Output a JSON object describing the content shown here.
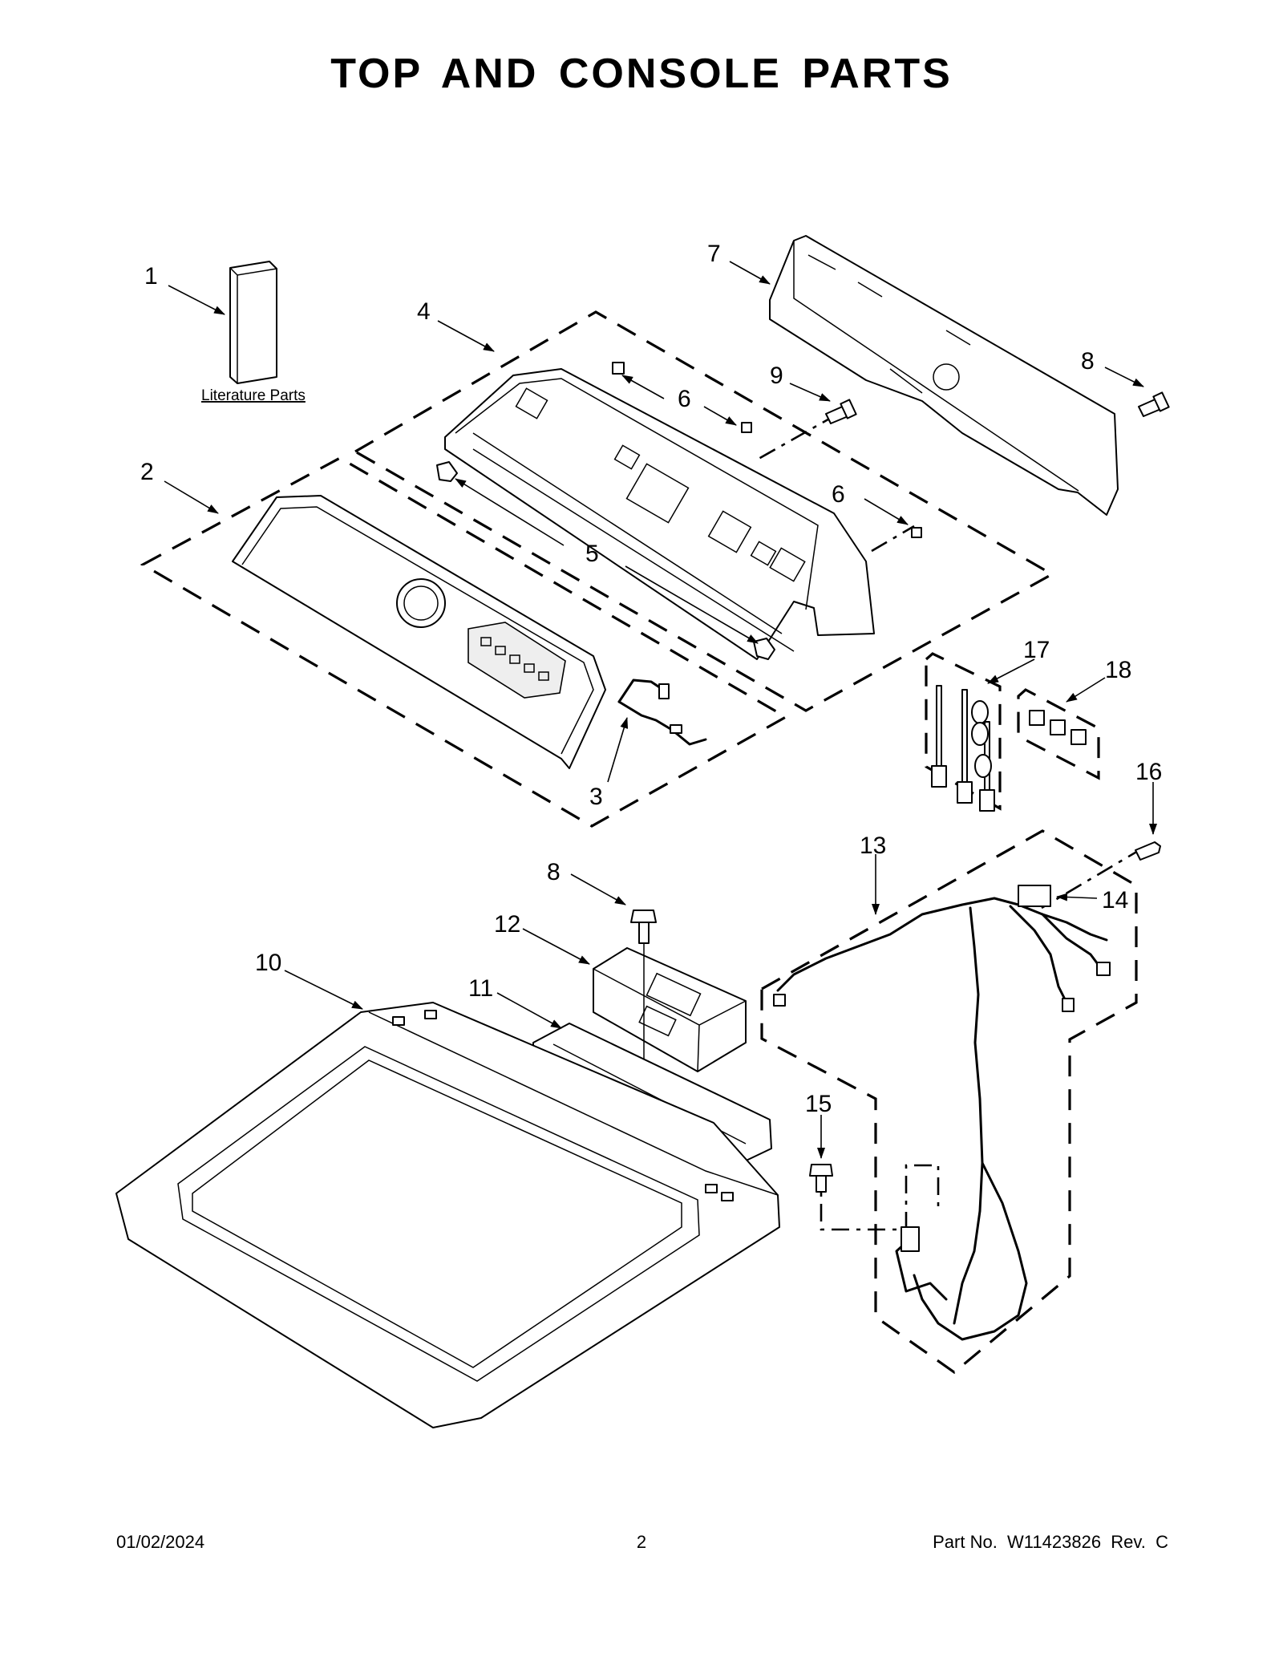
{
  "page": {
    "title": "TOP AND CONSOLE PARTS",
    "literature_label": "Literature Parts",
    "footer_date": "01/02/2024",
    "footer_page": "2",
    "footer_part": "Part No.  W11423826  Rev.  C"
  },
  "callouts": [
    {
      "id": "c1",
      "label": "1"
    },
    {
      "id": "c2",
      "label": "2"
    },
    {
      "id": "c3",
      "label": "3"
    },
    {
      "id": "c4",
      "label": "4"
    },
    {
      "id": "c5",
      "label": "5"
    },
    {
      "id": "c6a",
      "label": "6"
    },
    {
      "id": "c6b",
      "label": "6"
    },
    {
      "id": "c7",
      "label": "7"
    },
    {
      "id": "c8a",
      "label": "8"
    },
    {
      "id": "c8b",
      "label": "8"
    },
    {
      "id": "c9",
      "label": "9"
    },
    {
      "id": "c10",
      "label": "10"
    },
    {
      "id": "c11",
      "label": "11"
    },
    {
      "id": "c12",
      "label": "12"
    },
    {
      "id": "c13",
      "label": "13"
    },
    {
      "id": "c14",
      "label": "14"
    },
    {
      "id": "c15",
      "label": "15"
    },
    {
      "id": "c16",
      "label": "16"
    },
    {
      "id": "c17",
      "label": "17"
    },
    {
      "id": "c18",
      "label": "18"
    }
  ]
}
